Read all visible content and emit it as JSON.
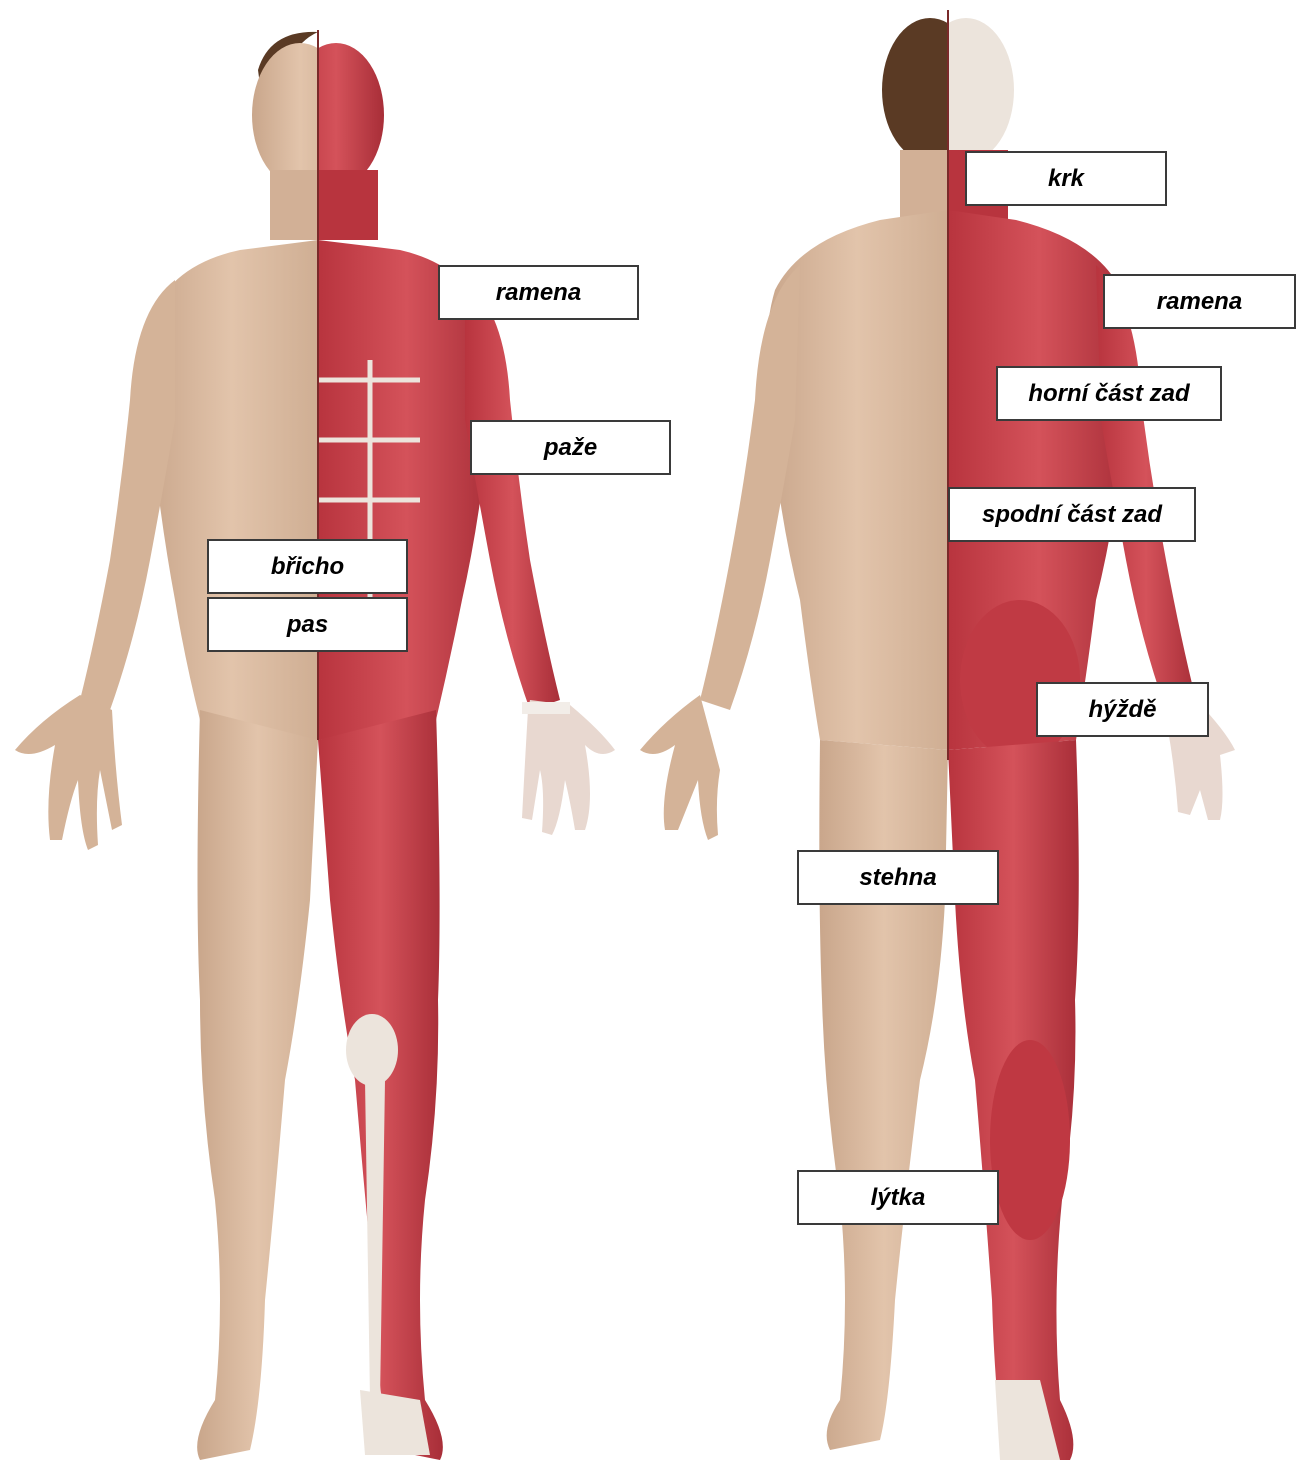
{
  "colors": {
    "skin": "#d9b99f",
    "skin_shade": "#b8957a",
    "muscle": "#c8404a",
    "muscle_dark": "#9e2a33",
    "tendon": "#ece4dc",
    "hair": "#5a3a24",
    "label_border": "#3a3a3a"
  },
  "figures": {
    "front": {
      "view": "anterior",
      "left_half": "skin",
      "right_half": "muscles"
    },
    "back": {
      "view": "posterior",
      "left_half": "skin",
      "right_half": "muscles"
    }
  },
  "labels": {
    "front_shoulders": "ramena",
    "front_arm": "paže",
    "front_belly": "břicho",
    "front_waist": "pas",
    "back_neck": "krk",
    "back_shoulders": "ramena",
    "back_upper_back": "horní část zad",
    "back_lower_back": "spodní část zad",
    "back_buttocks": "hýždě",
    "back_thighs": "stehna",
    "back_calves": "lýtka"
  }
}
